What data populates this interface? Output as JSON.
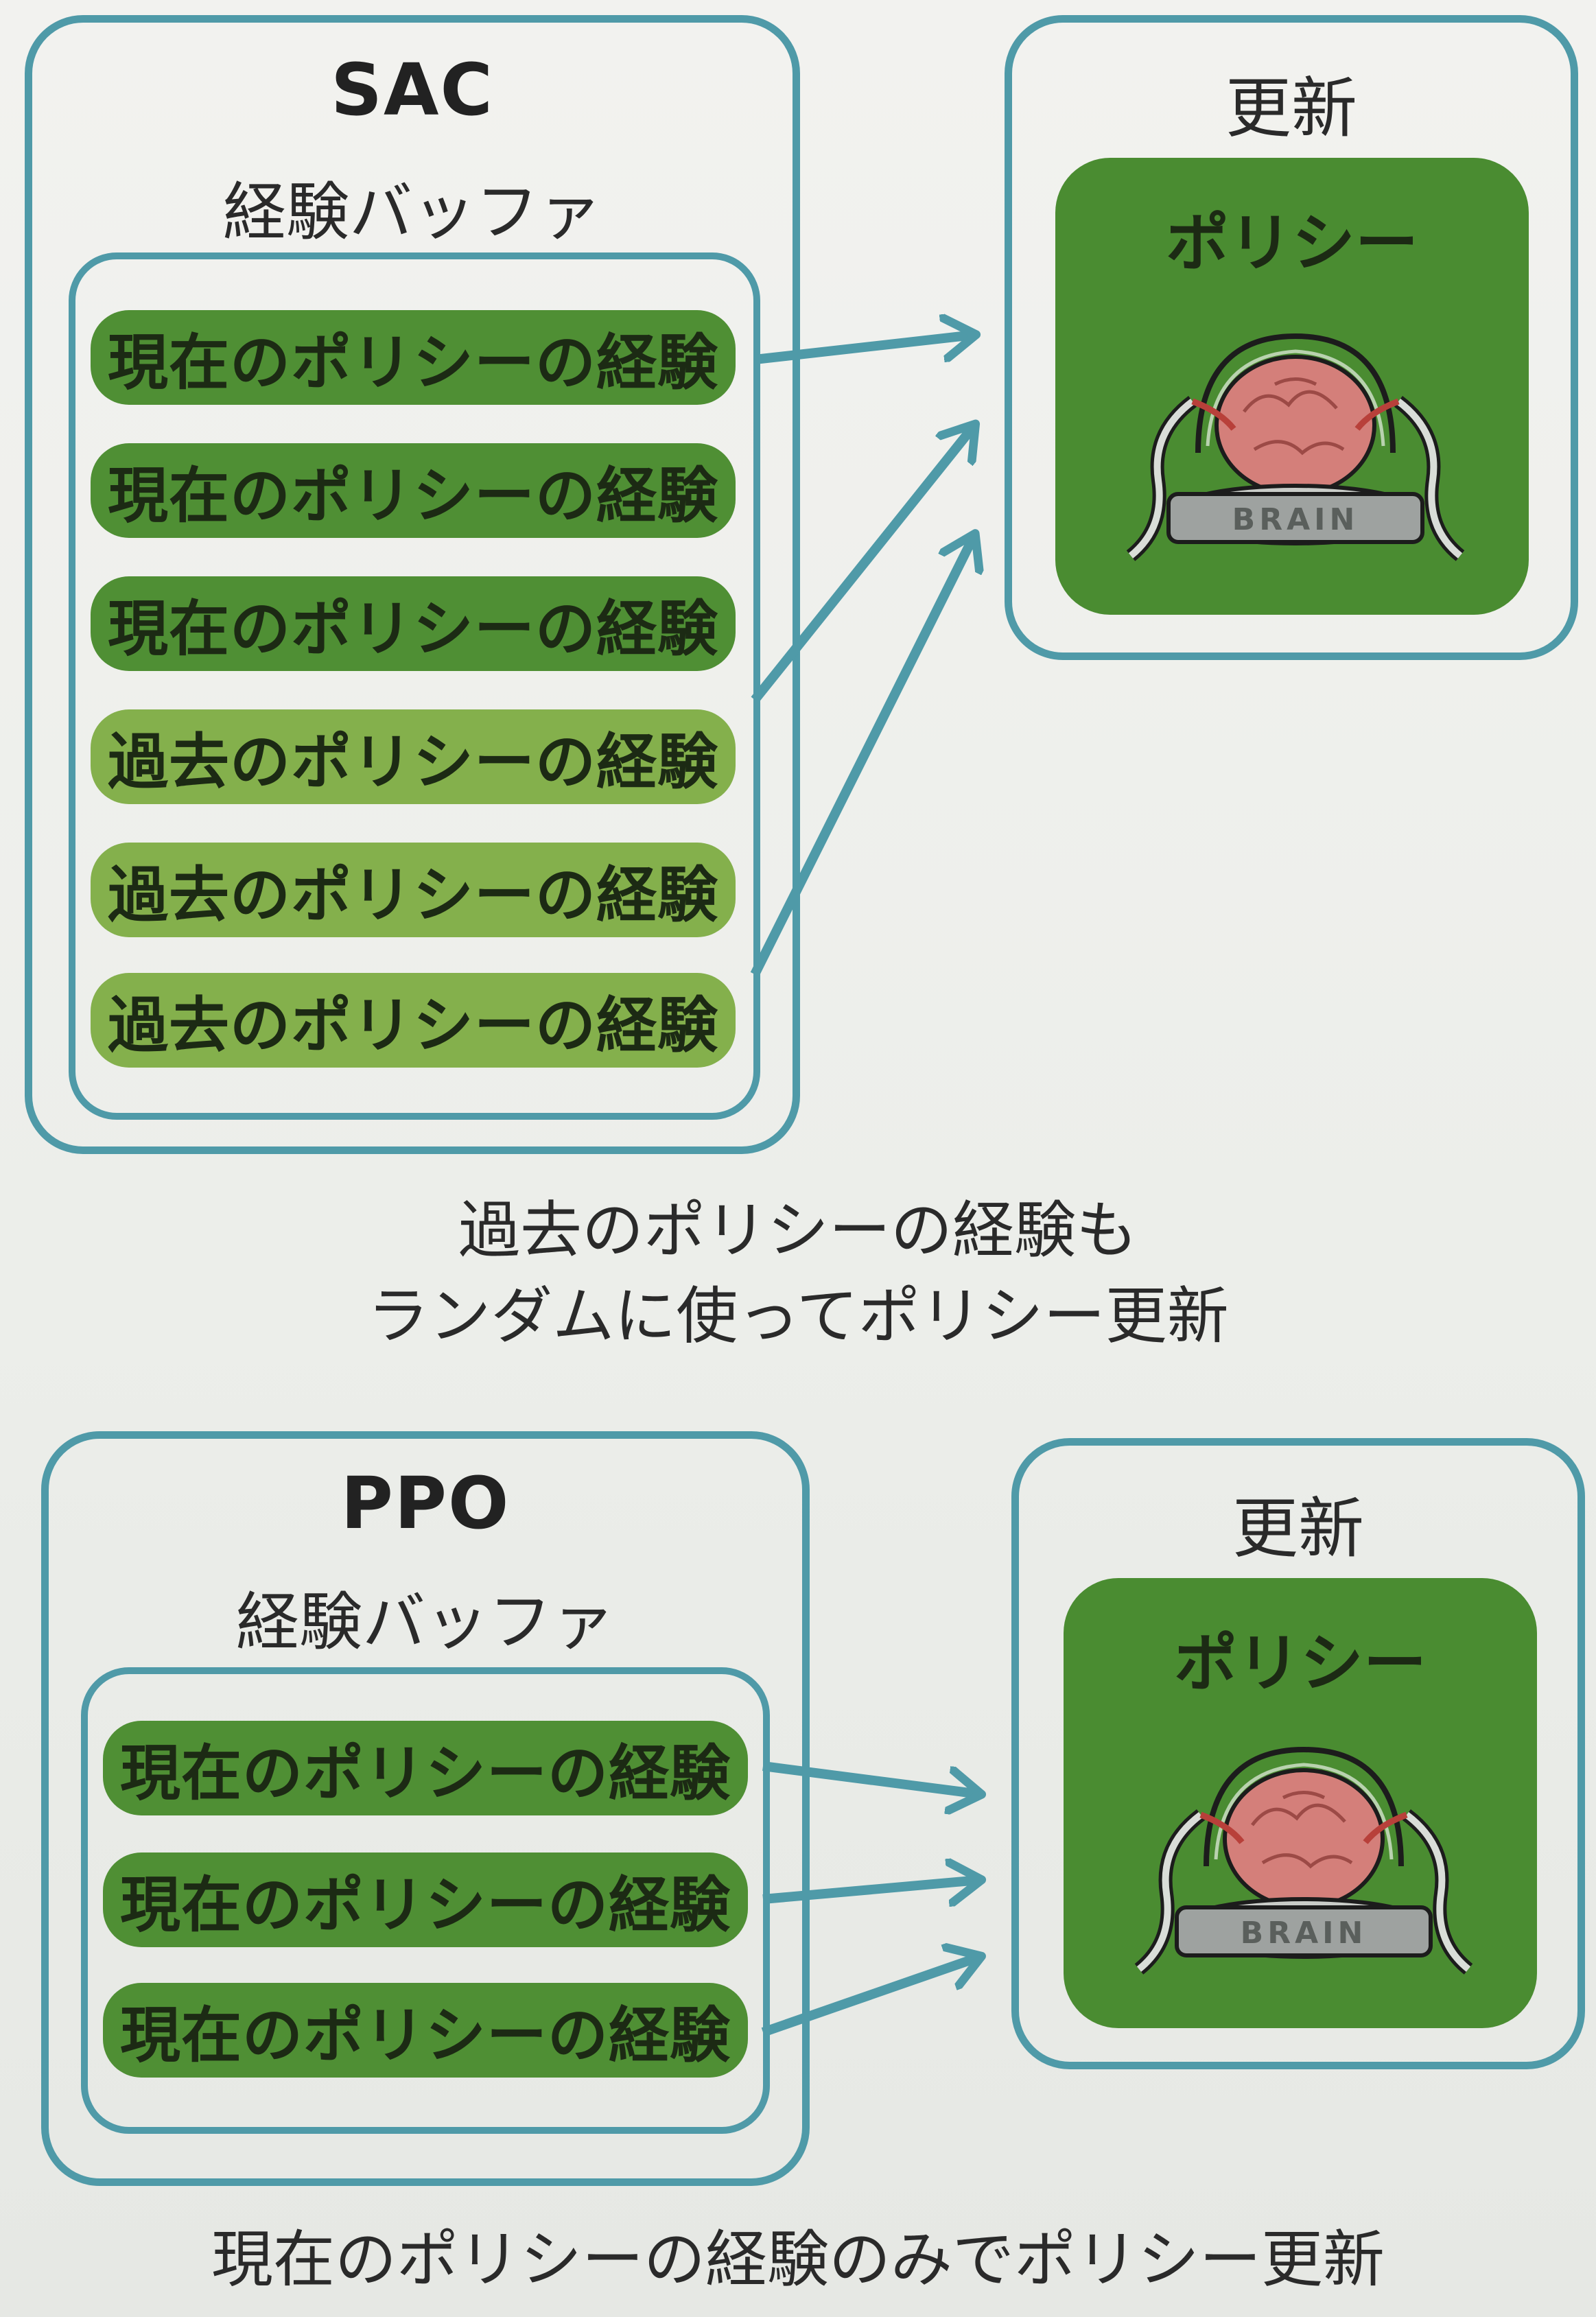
{
  "sac": {
    "algorithm": "SAC",
    "buffer_label": "経験バッファ",
    "entries": [
      {
        "label": "現在のポリシーの経験",
        "kind": "current"
      },
      {
        "label": "現在のポリシーの経験",
        "kind": "current"
      },
      {
        "label": "現在のポリシーの経験",
        "kind": "current"
      },
      {
        "label": "過去のポリシーの経験",
        "kind": "past"
      },
      {
        "label": "過去のポリシーの経験",
        "kind": "past"
      },
      {
        "label": "過去のポリシーの経験",
        "kind": "past"
      }
    ],
    "update_label": "更新",
    "policy_label": "ポリシー",
    "brain_text": "BRAIN",
    "caption_line1": "過去のポリシーの経験も",
    "caption_line2": "ランダムに使ってポリシー更新"
  },
  "ppo": {
    "algorithm": "PPO",
    "buffer_label": "経験バッファ",
    "entries": [
      {
        "label": "現在のポリシーの経験",
        "kind": "current"
      },
      {
        "label": "現在のポリシーの経験",
        "kind": "current"
      },
      {
        "label": "現在のポリシーの経験",
        "kind": "current"
      }
    ],
    "update_label": "更新",
    "policy_label": "ポリシー",
    "brain_text": "BRAIN",
    "caption": "現在のポリシーの経験のみでポリシー更新"
  },
  "colors": {
    "outline": "#4f9aa8",
    "current_experience": "#4f8f34",
    "past_experience": "#84b04c",
    "policy_panel": "#4a8c31"
  }
}
